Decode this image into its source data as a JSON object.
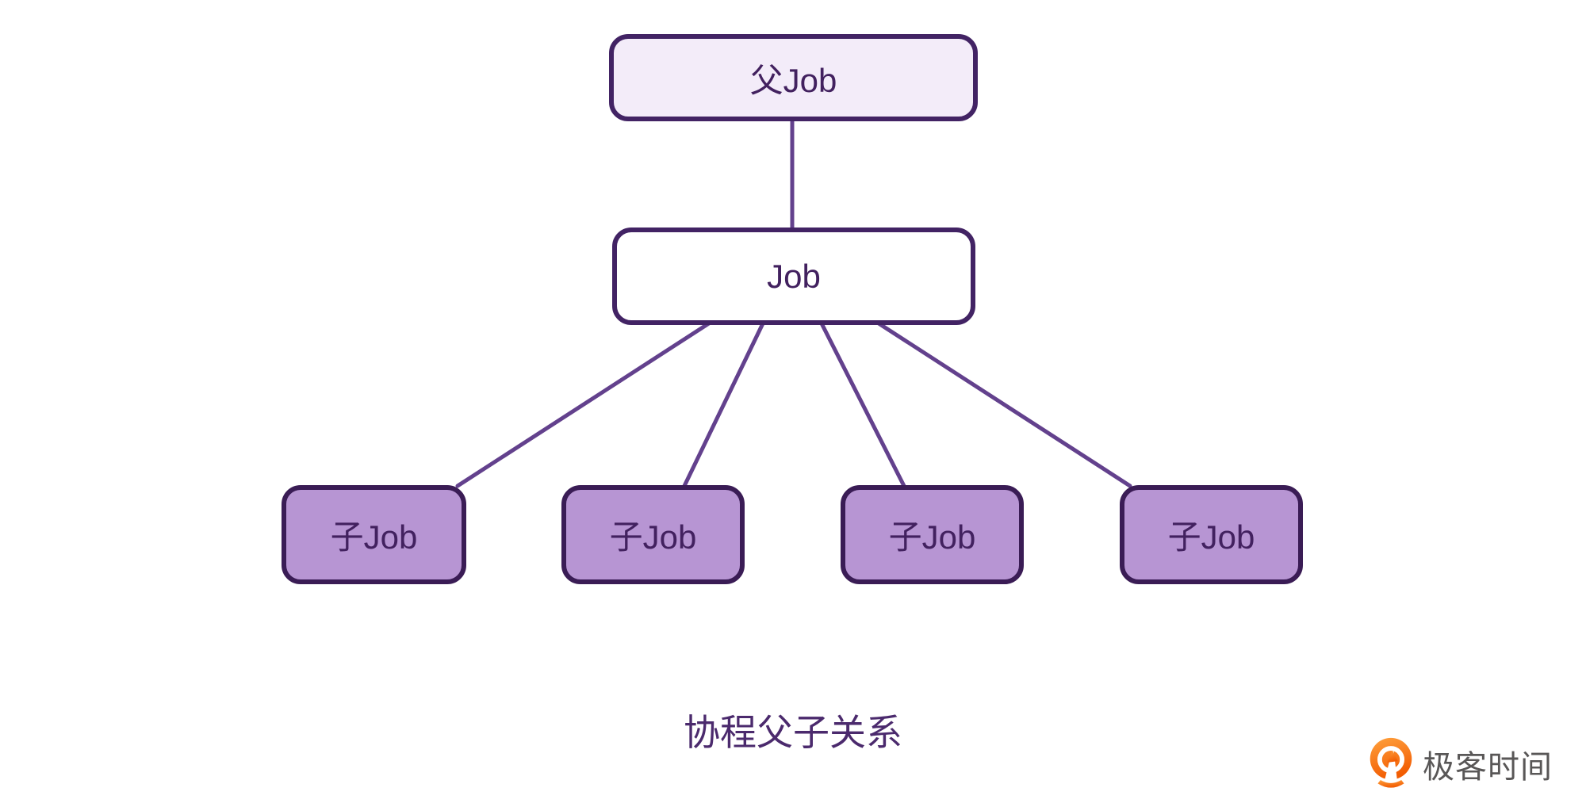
{
  "diagram": {
    "nodes": {
      "parent": {
        "label": "父Job",
        "fill": "#f3ecf9"
      },
      "root": {
        "label": "Job",
        "fill": "#ffffff"
      },
      "children": [
        {
          "label": "子Job"
        },
        {
          "label": "子Job"
        },
        {
          "label": "子Job"
        },
        {
          "label": "子Job"
        }
      ],
      "child_fill": "#b795d3"
    },
    "edges": [
      {
        "from": "parent-job",
        "to": "job"
      },
      {
        "from": "job",
        "to": "child-job-1"
      },
      {
        "from": "job",
        "to": "child-job-2"
      },
      {
        "from": "job",
        "to": "child-job-3"
      },
      {
        "from": "job",
        "to": "child-job-4"
      }
    ],
    "caption": "协程父子关系"
  },
  "colors": {
    "background": "#ffffff",
    "node_border": "#422364",
    "edge_line": "#63418d",
    "node_text": "#42215f",
    "caption_text": "#4b2a6d",
    "logo_orange": "#f9690e",
    "logo_text_gray": "#595757"
  },
  "logo": {
    "icon": "geektime-logo-icon",
    "text": "极客时间"
  }
}
